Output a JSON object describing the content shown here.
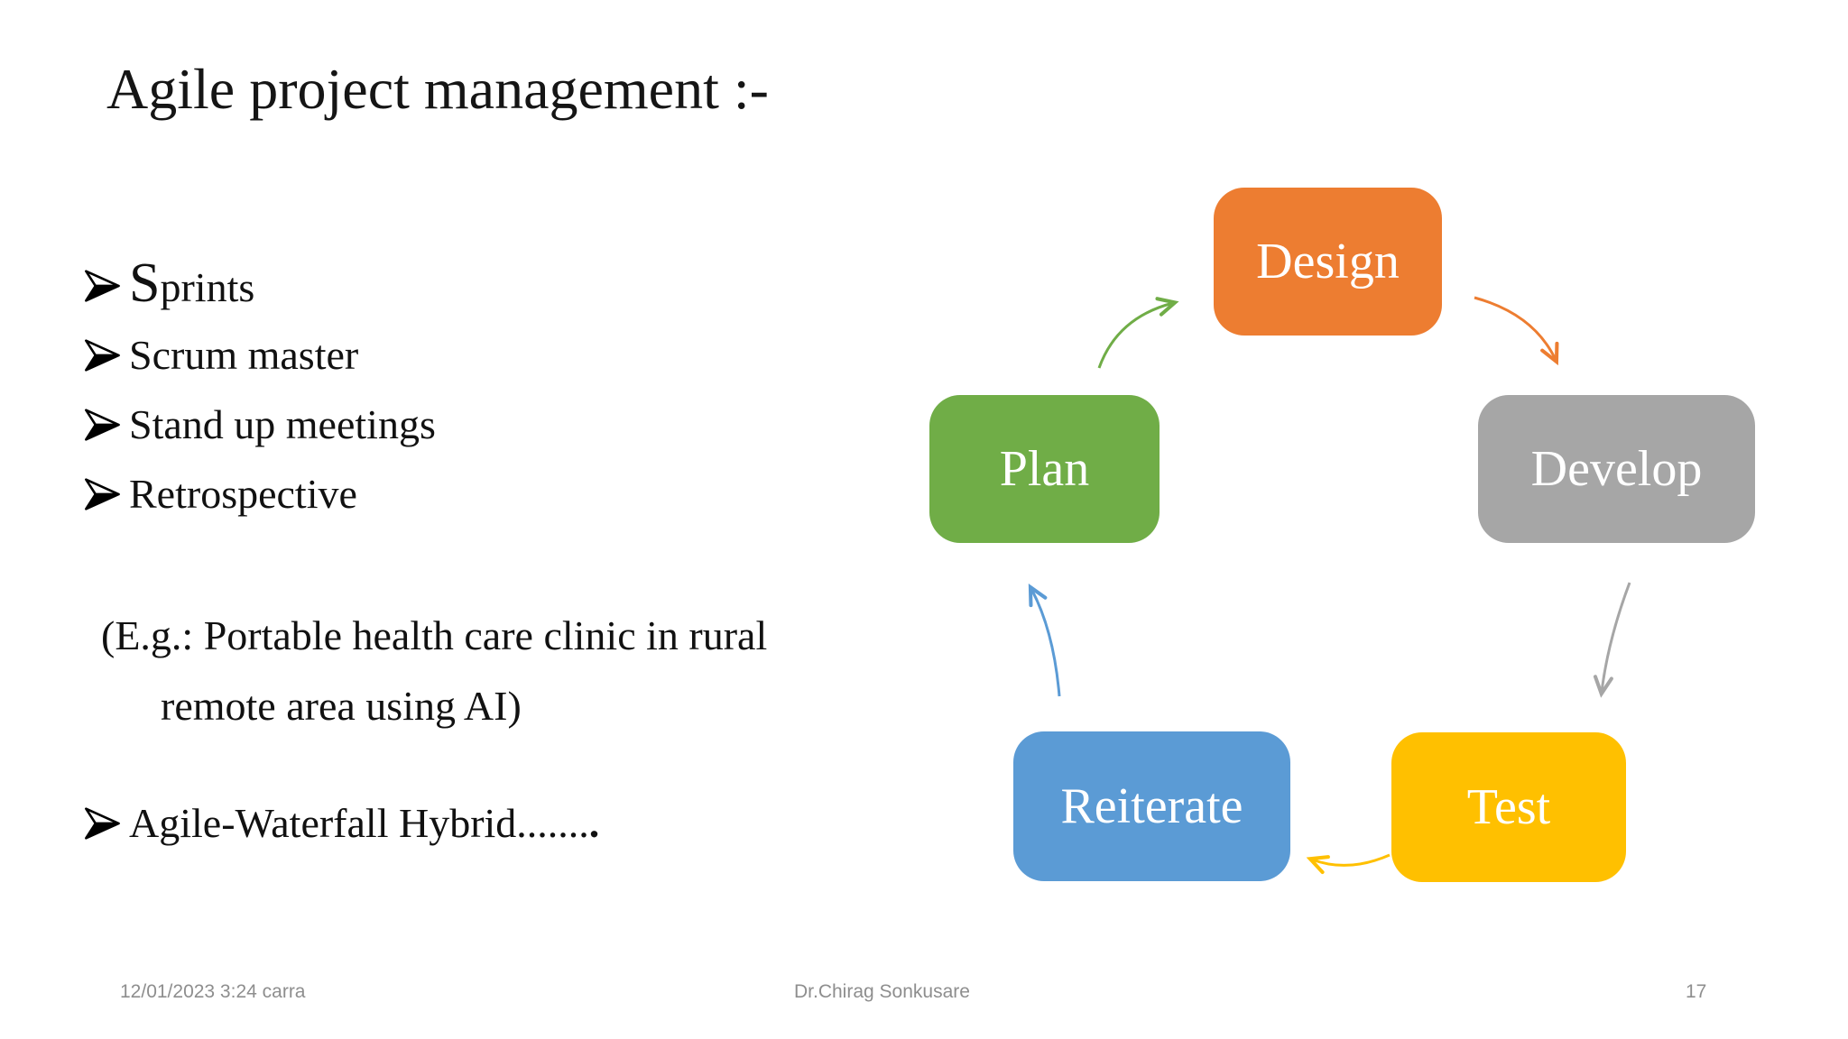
{
  "slide": {
    "title": "Agile project management :-",
    "bullets": [
      "Sprints",
      "Scrum master",
      "Stand up meetings",
      "Retrospective"
    ],
    "example": {
      "line1": "(E.g.: Portable health care clinic in rural",
      "line2": "remote area using AI)"
    },
    "hybrid": {
      "label": "Agile-Waterfall Hybrid.......",
      "suffix": "."
    },
    "footer": {
      "datetime": "12/01/2023 3:24 carra",
      "author": "Dr.Chirag Sonkusare",
      "page_number": "17"
    }
  },
  "diagram": {
    "description": "Agile cycle: Plan → Design → Develop → Test → Reiterate → Plan",
    "nodes": [
      {
        "id": "design",
        "label": "Design",
        "color": "#ED7D31"
      },
      {
        "id": "plan",
        "label": "Plan",
        "color": "#70AD47"
      },
      {
        "id": "develop",
        "label": "Develop",
        "color": "#A6A6A6"
      },
      {
        "id": "reiterate",
        "label": "Reiterate",
        "color": "#5B9BD5"
      },
      {
        "id": "test",
        "label": "Test",
        "color": "#FFC000"
      }
    ],
    "arrows": [
      {
        "from": "plan",
        "to": "design",
        "color": "#70AD47"
      },
      {
        "from": "design",
        "to": "develop",
        "color": "#ED7D31"
      },
      {
        "from": "develop",
        "to": "test",
        "color": "#A6A6A6"
      },
      {
        "from": "test",
        "to": "reiterate",
        "color": "#FFC000"
      },
      {
        "from": "reiterate",
        "to": "plan",
        "color": "#5B9BD5"
      }
    ],
    "bullet_marker_icon": "three-d-arrowhead-icon",
    "text_color": "#111111",
    "footer_color": "#8e8e8e"
  }
}
